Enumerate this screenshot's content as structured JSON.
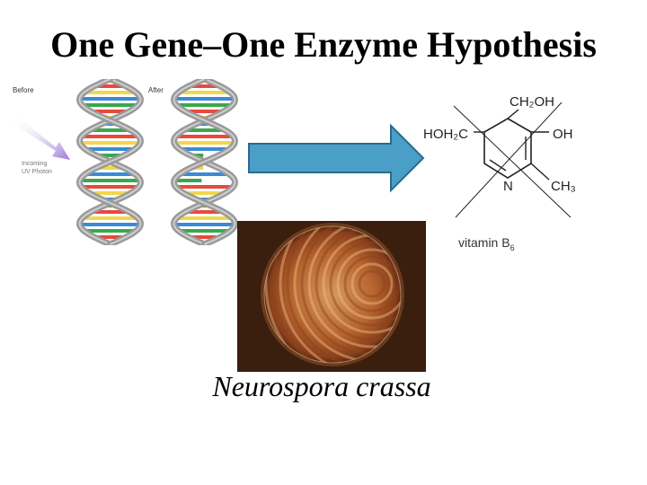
{
  "title": "One Gene–One Enzyme Hypothesis",
  "dna": {
    "before_label": "Before",
    "after_label": "After",
    "uv_label": "Incoming UV Photon"
  },
  "molecule": {
    "group_top": "CH₂OH",
    "group_left": "HOH₂C",
    "group_right": "OH",
    "ring_atom": "N",
    "group_bottom": "CH₃",
    "name": "vitamin B",
    "name_subscript": "6"
  },
  "caption": "Neurospora crassa",
  "colors": {
    "arrow_fill": "#4a9fc8",
    "arrow_stroke": "#2a6a8c",
    "helix_gray": "#9a9a9a",
    "petri_dark": "#3a1e0e",
    "petri_orange": "#c07238"
  }
}
